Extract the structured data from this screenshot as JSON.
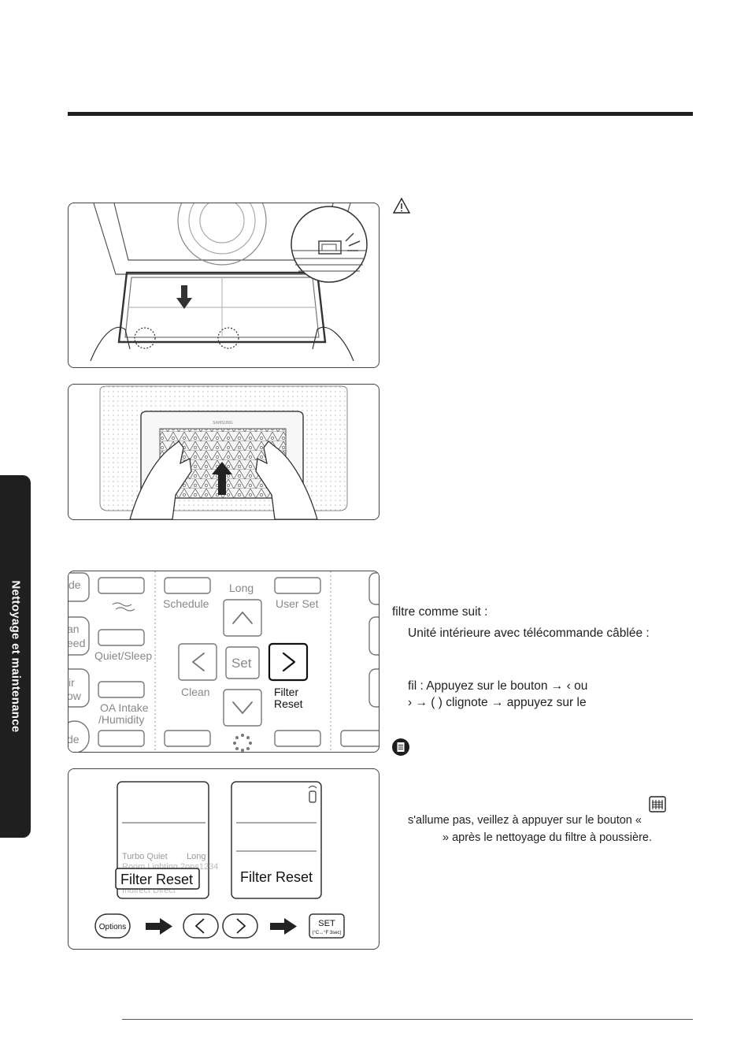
{
  "side_tab": {
    "label": "Nettoyage et maintenance"
  },
  "remote": {
    "labels": {
      "mode_top": "de",
      "schedule": "Schedule",
      "long": "Long",
      "user_set": "User Set",
      "fan": "an",
      "speed": "eed",
      "quiet_sleep": "Quiet/Sleep",
      "set": "Set",
      "air": "ir",
      "flow": "ow",
      "clean": "Clean",
      "filter_reset": "Filter\nReset",
      "oa_intake": "OA Intake\n/Humidity",
      "mode_bottom": "de"
    }
  },
  "display": {
    "left_screen": {
      "row1": "Turbo Quiet",
      "row1_right": "Long",
      "row2": "Room Lighting 2ons1234",
      "row3": "Indirect Direct",
      "highlight": "Filter Reset"
    },
    "right_screen": {
      "label": "Filter Reset"
    },
    "buttons": {
      "options": "Options",
      "set": "SET",
      "set_sub": "(°C↔°F 3sec)"
    }
  },
  "text": {
    "line1": "filtre comme suit :",
    "line2": "Unité intérieure avec télécommande câblée :",
    "line3": "fil : Appuyez sur le bouton              → ‹ ou",
    "line4": "› → (                  ) clignote → appuyez sur le",
    "note_line1": "s'allume pas, veillez à appuyer sur le bouton «",
    "note_line2": "» après le nettoyage du filtre à poussière."
  },
  "colors": {
    "ink": "#222222",
    "tab": "#1f1f1f",
    "rule": "#1e1e1e"
  },
  "icons": [
    "warning-icon",
    "note-icon",
    "filter-icon",
    "remote-icon",
    "arrow-right-icon",
    "chevron-left-icon",
    "chevron-right-icon",
    "chevron-up-icon",
    "chevron-down-icon"
  ]
}
